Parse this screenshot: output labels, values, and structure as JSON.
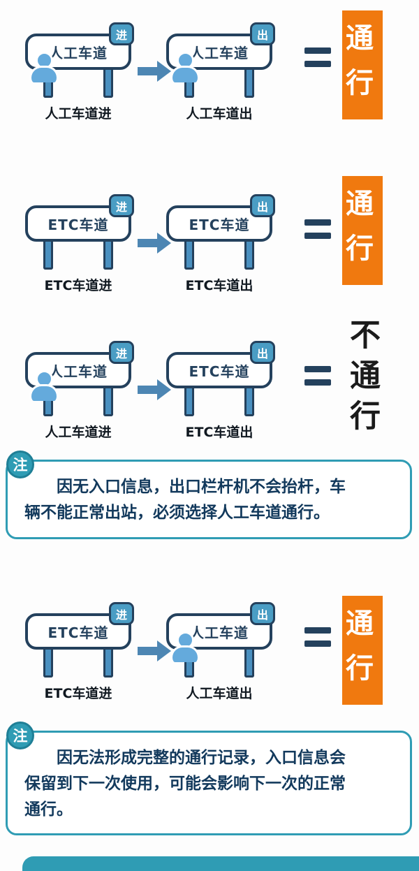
{
  "colors": {
    "accent_orange": "#F0790F",
    "navy": "#24415D",
    "sign_post_blue": "#4A90C0",
    "badge_blue": "#4A9DC4",
    "person_blue": "#64AADC",
    "note_teal": "#2F9CB4",
    "note_text_navy": "#12395C"
  },
  "rows": [
    {
      "from": {
        "sign": "人工车道",
        "badge": "进",
        "label": "人工车道进"
      },
      "to": {
        "sign": "人工车道",
        "badge": "出",
        "label": "人工车道出"
      },
      "result": {
        "text": "通行",
        "type": "pass"
      }
    },
    {
      "from": {
        "sign": "ETC车道",
        "badge": "进",
        "label": "ETC车道进"
      },
      "to": {
        "sign": "ETC车道",
        "badge": "出",
        "label": "ETC车道出"
      },
      "result": {
        "text": "通行",
        "type": "pass"
      }
    },
    {
      "from": {
        "sign": "人工车道",
        "badge": "进",
        "label": "人工车道进"
      },
      "to": {
        "sign": "ETC车道",
        "badge": "出",
        "label": "ETC车道出"
      },
      "result": {
        "text": "不通行",
        "type": "no-pass"
      },
      "note": {
        "badge": "注",
        "text": "因无入口信息，出口栏杆机不会抬杆，车\n辆不能正常出站，必须选择人工车道通行。"
      }
    },
    {
      "from": {
        "sign": "ETC车道",
        "badge": "进",
        "label": "ETC车道进"
      },
      "to": {
        "sign": "人工车道",
        "badge": "出",
        "label": "人工车道出"
      },
      "result": {
        "text": "通行",
        "type": "pass"
      },
      "note": {
        "badge": "注",
        "text": "因无法形成完整的通行记录，入口信息会\n保留到下一次使用，可能会影响下一次的正常\n通行。"
      }
    }
  ]
}
